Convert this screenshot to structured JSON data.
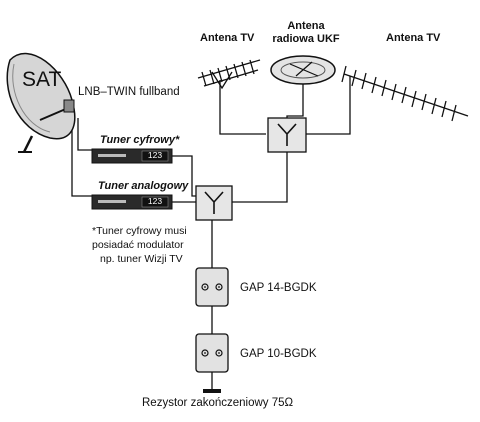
{
  "satellite": {
    "dish_label": "SAT",
    "lnb_label": "LNB–TWIN fullband"
  },
  "antennas": {
    "tv_left": "Antena TV",
    "ukf_line1": "Antena",
    "ukf_line2": "radiowa UKF",
    "tv_right": "Antena TV"
  },
  "tuners": {
    "digital_label": "Tuner cyfrowy*",
    "digital_display": "123",
    "analog_label": "Tuner analogowy",
    "analog_display": "123"
  },
  "note": {
    "line1": "*Tuner cyfrowy musi",
    "line2": "posiadać modulator",
    "line3": "np. tuner Wizji TV"
  },
  "outlets": {
    "outlet1": "GAP 14-BGDK",
    "outlet2": "GAP 10-BGDK"
  },
  "terminator": "Rezystor zakończeniowy 75Ω"
}
